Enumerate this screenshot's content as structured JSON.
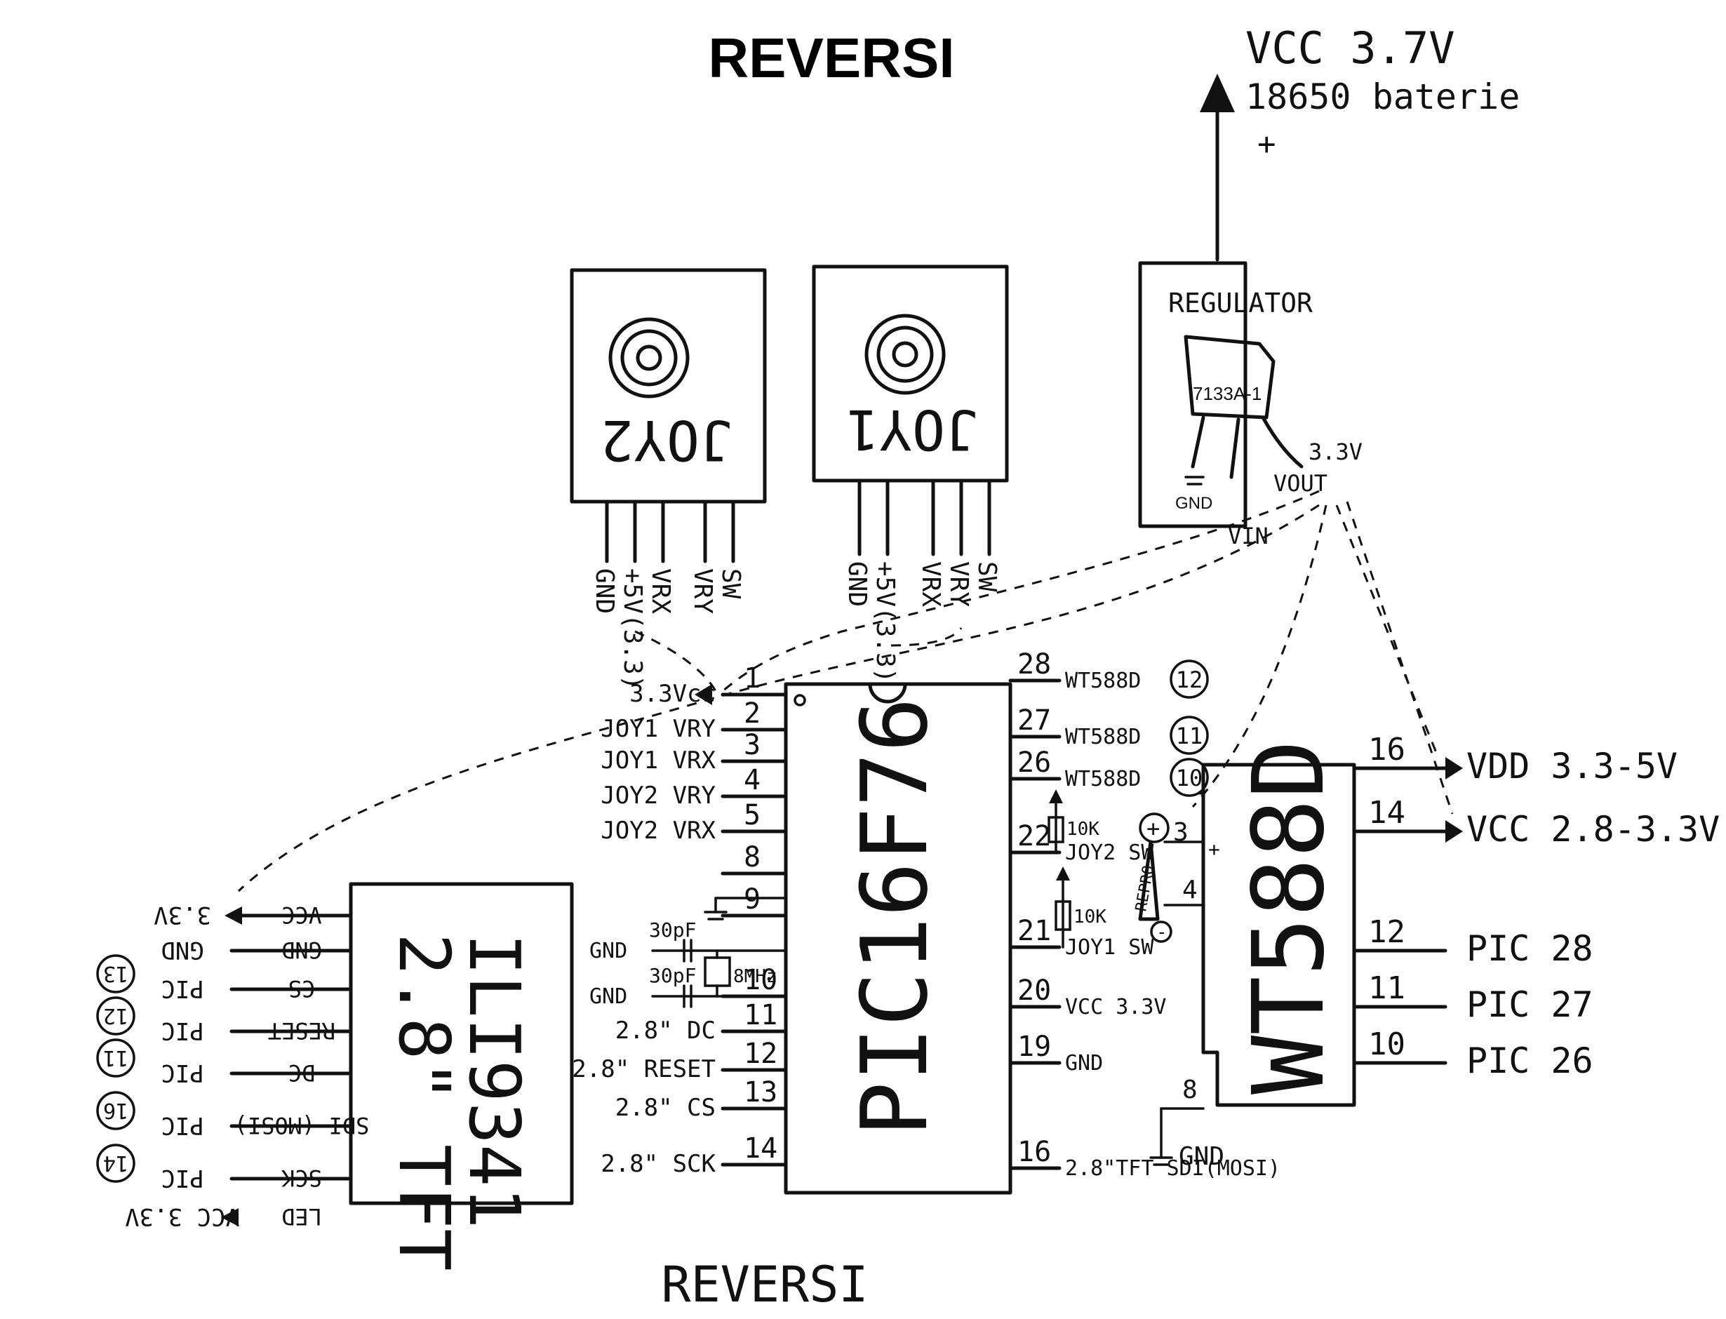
{
  "title": "REVERSI",
  "footer_title": "REVERSI",
  "power": {
    "vcc_label": "VCC 3.7V",
    "battery_label": "18650 baterie",
    "plus": "+"
  },
  "regulator": {
    "label": "REGULATOR",
    "part": "7133A-1",
    "gnd": "GND",
    "vin": "VIN",
    "vout": "VOUT",
    "vout_voltage": "3.3V"
  },
  "joysticks": [
    {
      "name": "JOY2",
      "pins": [
        "GND",
        "+5V(3.3)",
        "VRX",
        "VRY",
        "SW"
      ]
    },
    {
      "name": "JOY1",
      "pins": [
        "GND",
        "+5V(3.3)",
        "VRX",
        "VRY",
        "SW"
      ]
    }
  ],
  "mcu": {
    "name": "PIC16F76",
    "left_pins": [
      {
        "num": "1",
        "label": "3.3Vcc"
      },
      {
        "num": "2",
        "label": "JOY1 VRY"
      },
      {
        "num": "3",
        "label": "JOY1 VRX"
      },
      {
        "num": "4",
        "label": "JOY2 VRY"
      },
      {
        "num": "5",
        "label": "JOY2 VRX"
      },
      {
        "num": "8",
        "label": ""
      },
      {
        "num": "9",
        "label": ""
      },
      {
        "num": "10",
        "label": ""
      },
      {
        "num": "11",
        "label": "2.8\" DC"
      },
      {
        "num": "12",
        "label": "2.8\" RESET"
      },
      {
        "num": "13",
        "label": "2.8\" CS"
      },
      {
        "num": "14",
        "label": "2.8\" SCK"
      }
    ],
    "right_pins": [
      {
        "num": "28",
        "label": "WT588D",
        "ref": "12"
      },
      {
        "num": "27",
        "label": "WT588D",
        "ref": "11"
      },
      {
        "num": "26",
        "label": "WT588D",
        "ref": "10"
      },
      {
        "num": "22",
        "label": "JOY2 SW"
      },
      {
        "num": "21",
        "label": "JOY1 SW"
      },
      {
        "num": "20",
        "label": "VCC 3.3V"
      },
      {
        "num": "19",
        "label": "GND"
      },
      {
        "num": "16",
        "label": "2.8\"TFT SDI(MOSI)"
      }
    ],
    "crystal": {
      "cap1": "30pF",
      "cap2": "30pF",
      "freq": "8MHz",
      "gnd1": "GND",
      "gnd2": "GND"
    },
    "pullups": [
      "10K",
      "10K"
    ]
  },
  "tft": {
    "name": "2.8\" TFT",
    "chip": "ILI9341",
    "pins": [
      {
        "pin": "VCC",
        "to": "3.3V"
      },
      {
        "pin": "GND",
        "to": "GND"
      },
      {
        "pin": "CS",
        "to": "PIC",
        "ref": "13"
      },
      {
        "pin": "RESET",
        "to": "PIC",
        "ref": "12"
      },
      {
        "pin": "DC",
        "to": "PIC",
        "ref": "11"
      },
      {
        "pin": "SDI (MOSI)",
        "to": "PIC",
        "ref": "16"
      },
      {
        "pin": "SCK",
        "to": "PIC",
        "ref": "14"
      },
      {
        "pin": "LED",
        "to": "VCC 3.3V"
      }
    ]
  },
  "sound": {
    "name": "WT588D",
    "speaker": "REPRO",
    "plus": "+",
    "minus": "-",
    "pins": [
      {
        "num": "16",
        "label": "VDD 3.3-5V"
      },
      {
        "num": "14",
        "label": "VCC 2.8-3.3V"
      },
      {
        "num": "12",
        "label": "PIC 28"
      },
      {
        "num": "11",
        "label": "PIC 27"
      },
      {
        "num": "10",
        "label": "PIC 26"
      }
    ],
    "speaker_pins": [
      "3",
      "4"
    ],
    "gnd_pin": "8",
    "gnd_label": "GND"
  }
}
